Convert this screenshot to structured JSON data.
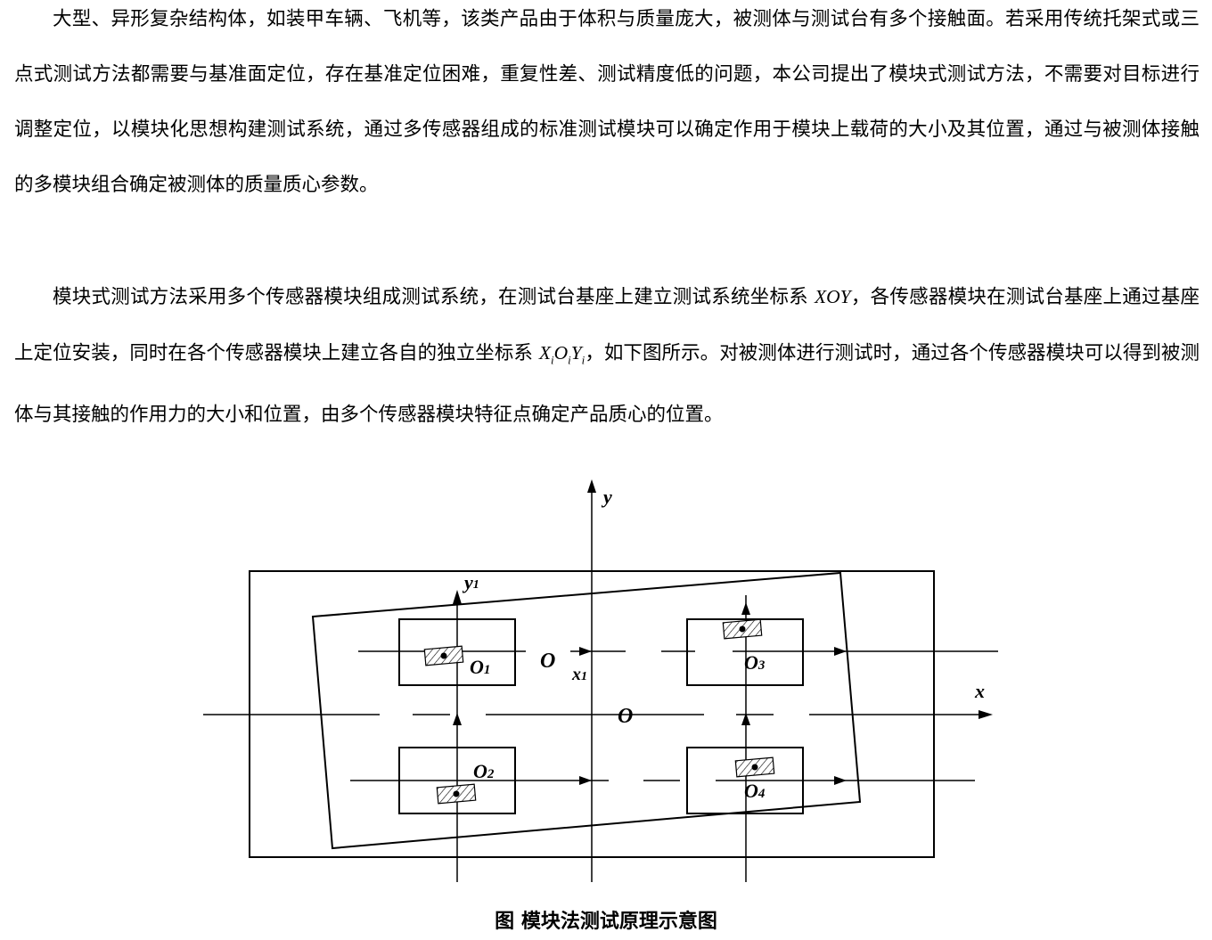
{
  "paragraphs": {
    "p1": "大型、异形复杂结构体，如装甲车辆、飞机等，该类产品由于体积与质量庞大，被测体与测试台有多个接触面。若采用传统托架式或三点式测试方法都需要与基准面定位，存在基准定位困难，重复性差、测试精度低的问题，本公司提出了模块式测试方法，不需要对目标进行调整定位，以模块化思想构建测试系统，通过多传感器组成的标准测试模块可以确定作用于模块上载荷的大小及其位置，通过与被测体接触的多模块组合确定被测体的质量质心参数。",
    "p2_a": "模块式测试方法采用多个传感器模块组成测试系统，在测试台基座上建立测试系统坐标系 ",
    "p2_xoy": "XOY",
    "p2_b": "，各传感器模块在测试台基座上通过基座上定位安装，同时在各个传感器模块上建立各自的独立坐标系 ",
    "p2_xi_base": "X",
    "p2_xi_sub": "i",
    "p2_oi_base": "O",
    "p2_oi_sub": "i",
    "p2_yi_base": "Y",
    "p2_yi_sub": "i",
    "p2_c": "，如下图所示。对被测体进行测试时，通过各个传感器模块可以得到被测体与其接触的作用力的大小和位置，由多个传感器模块特征点确定产品质心的位置。"
  },
  "figure": {
    "label_y": "y",
    "label_x": "x",
    "label_y1": "y",
    "label_y1_sub": "1",
    "label_x1": "x",
    "label_x1_sub": "1",
    "label_O_center": "O",
    "label_O_upper": "O",
    "label_O1": "O",
    "label_O1_sub": "1",
    "label_O2": "O",
    "label_O2_sub": "2",
    "label_O3": "O",
    "label_O3_sub": "3",
    "label_O4": "O",
    "label_O4_sub": "4"
  },
  "caption": "图  模块法测试原理示意图"
}
